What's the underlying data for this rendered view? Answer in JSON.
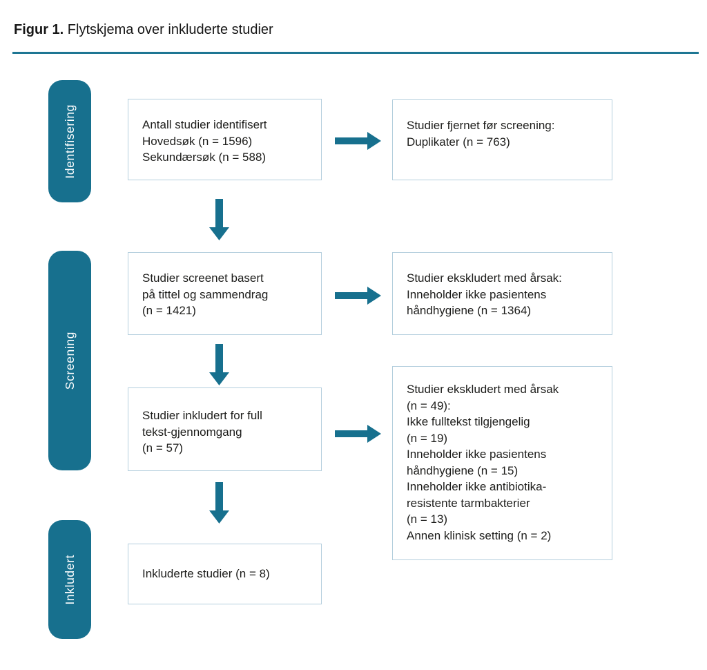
{
  "title": {
    "prefix": "Figur 1.",
    "rest": "Flytskjema over inkluderte studier"
  },
  "colors": {
    "teal": "#17708E",
    "rule": "#1E7693",
    "box_border": "#B3CEDD",
    "text": "#1D1D1B",
    "stage_label_text": "#FFFFFF"
  },
  "stages": {
    "identifisering": "Identifisering",
    "screening": "Screening",
    "inkludert": "Inkludert"
  },
  "flow": {
    "identified": "Antall studier identifisert\nHovedsøk (n = 1596)\nSekundærsøk (n = 588)",
    "removed_before_screening": "Studier fjernet før screening:\nDuplikater (n = 763)",
    "screened": "Studier screenet basert\npå tittel og sammendrag\n(n = 1421)",
    "excluded_title_abstract": "Studier ekskludert med årsak:\nInneholder ikke pasientens\nhåndhygiene (n = 1364)",
    "fulltext_review": "Studier inkludert for full\ntekst-gjennomgang\n(n = 57)",
    "excluded_fulltext": "Studier ekskludert med årsak\n(n = 49):\nIkke fulltekst tilgjengelig\n(n = 19)\nInneholder ikke pasientens\nhåndhygiene (n = 15)\nInneholder ikke antibiotika-\nresistente tarmbakterier\n(n = 13)\nAnnen klinisk setting (n = 2)",
    "included": "Inkluderte studier (n = 8)"
  }
}
